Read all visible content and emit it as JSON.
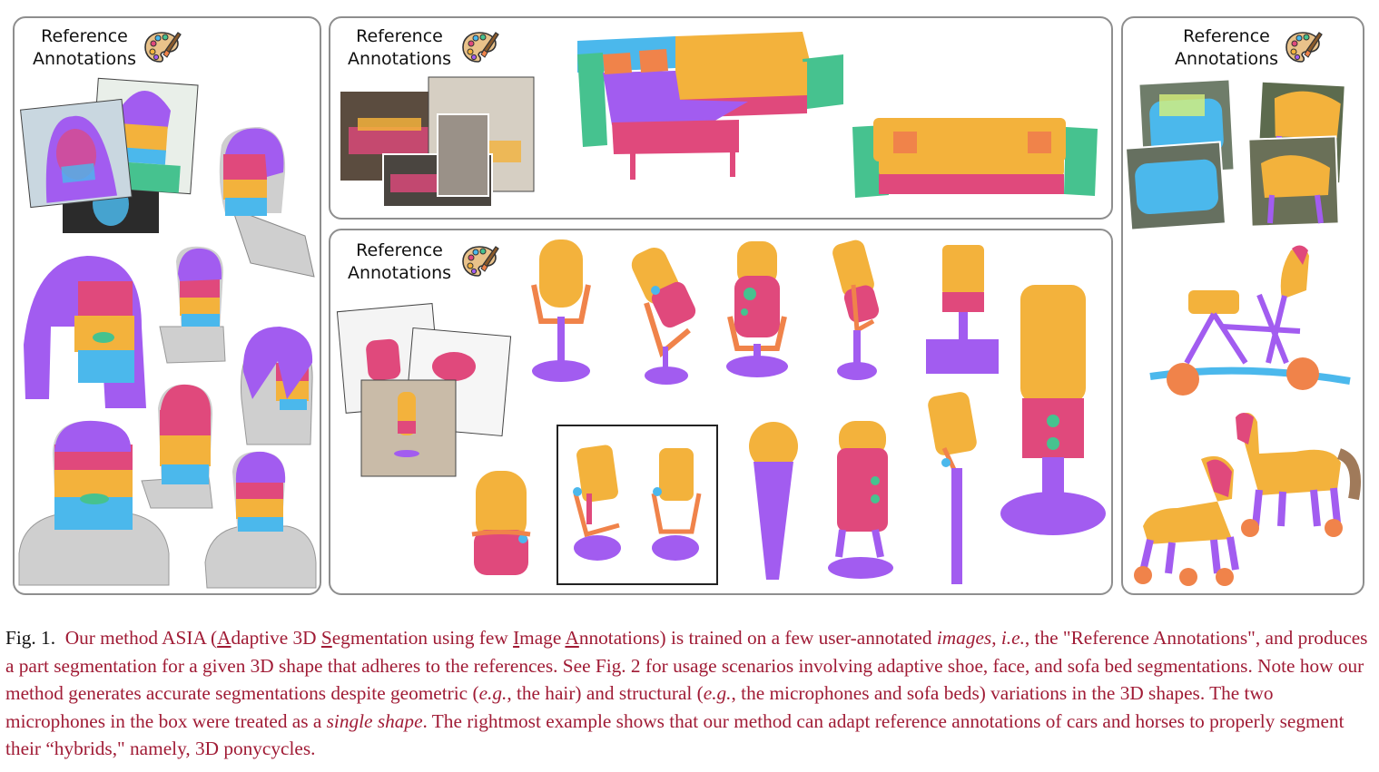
{
  "figure": {
    "reference_label": "Reference Annotations",
    "palette_icon": "artist-palette-icon",
    "panels": [
      {
        "id": "faces",
        "reference_label": "Reference Annotations"
      },
      {
        "id": "sofas",
        "reference_label": "Reference Annotations"
      },
      {
        "id": "microphones",
        "reference_label": "Reference Annotations"
      },
      {
        "id": "ponycycles",
        "reference_label": "Reference Annotations"
      }
    ],
    "part_colors": {
      "purple": "#a25cf0",
      "pink": "#e0497c",
      "yellow": "#f3b23c",
      "blue": "#4bb8ec",
      "orange": "#f0834a",
      "green": "#46c28f",
      "gray": "#cfcfcf",
      "teal": "#3aa7a0"
    }
  },
  "caption": {
    "fig_number": "Fig. 1.",
    "parts": [
      {
        "text": "Our method ASIA (",
        "style": "normal"
      },
      {
        "text": "A",
        "style": "underline"
      },
      {
        "text": "daptive 3D ",
        "style": "normal"
      },
      {
        "text": "S",
        "style": "underline"
      },
      {
        "text": "egmentation using few ",
        "style": "normal"
      },
      {
        "text": "I",
        "style": "underline"
      },
      {
        "text": "mage ",
        "style": "normal"
      },
      {
        "text": "A",
        "style": "underline"
      },
      {
        "text": "nnotations) is trained on a few user-annotated ",
        "style": "normal"
      },
      {
        "text": "images",
        "style": "italic"
      },
      {
        "text": ", ",
        "style": "normal"
      },
      {
        "text": "i.e.",
        "style": "italic"
      },
      {
        "text": ", the \"Reference Annotations\", and produces a part segmentation for a given 3D shape that adheres to the references. See Fig. 2 for usage scenarios involving adaptive shoe, face, and sofa bed segmentations. Note how our method generates accurate segmentations despite geometric (",
        "style": "normal"
      },
      {
        "text": "e.g.",
        "style": "italic"
      },
      {
        "text": ", the hair) and structural (",
        "style": "normal"
      },
      {
        "text": "e.g.",
        "style": "italic"
      },
      {
        "text": ", the microphones and sofa beds) variations in the 3D shapes. The two microphones in the box were treated as a ",
        "style": "normal"
      },
      {
        "text": "single shape",
        "style": "italic"
      },
      {
        "text": ". The rightmost example shows that our method can adapt reference annotations of cars and horses to properly segment their “hybrids,\" namely, 3D ponycycles.",
        "style": "normal"
      }
    ]
  }
}
